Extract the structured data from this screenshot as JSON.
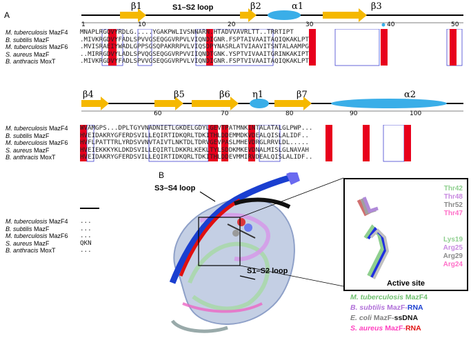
{
  "panel_a": {
    "label": "A",
    "block1": {
      "ss": [
        "β1",
        "S1–S2 loop",
        "β2",
        "α1",
        "β3"
      ],
      "ticks": [
        "1",
        "10",
        "20",
        "30",
        "40",
        "50"
      ],
      "rows": [
        {
          "org": "M. tuberculosis",
          "prot": "MazF4",
          "seq": "MNAPLRGQVYRDLG.....YGAKPWLIVSNNARN.HTADVVAVRLTT..TRRTIPT"
        },
        {
          "org": "B. subtilis",
          "prot": "MazF",
          "seq": ".MIVKRGDVYFADLSPVVGSEQGGVRPVLVIQNDIGNR.FSPTAIVAAITAQIQKAKLPT"
        },
        {
          "org": "M. tuberculosis",
          "prot": "MazF6",
          "seq": ".MVISRAEIYWADLGPPSGSQPAKRRPVLVIQSDPYNASRLATVIAAVITSNTALAAMPG"
        },
        {
          "org": "S. aureus",
          "prot": "MazF",
          "seq": "..MIRRGDVYLADLSPVQGSEQGGVRPVVIIQNDTGNK.YSPTVIVAAITGRINKAKIPT"
        },
        {
          "org": "B. anthracis",
          "prot": "MoxT",
          "seq": ".MIVKRGDVYFADLSPVVGSEQGGVRPVLVIQNDIGNR.FSPTVIVAAITAQIQKAKLPT"
        }
      ]
    },
    "block2": {
      "ss": [
        "β4",
        "β5",
        "β6",
        "η1",
        "β7",
        "α2"
      ],
      "ticks": [
        "60",
        "70",
        "80",
        "90",
        "100"
      ],
      "rows": [
        {
          "org": "M. tuberculosis",
          "prot": "MazF4",
          "seq": "WVAMGPS...DPLTGYVNADNIETLGKDELGDYLGEVTPATMNKINTALATALGLPWP..."
        },
        {
          "org": "B. subtilis",
          "prot": "MazF",
          "seq": "HVEIDAKRYGFERDSVILLEQIRTIDKQRLTDKITHLDDEMMDKVDEALQISLALIDF.."
        },
        {
          "org": "M. tuberculosis",
          "prot": "MazF6",
          "seq": "HVFLPATTTRLYRDSVVNVTAIVTLNKTDLTDRVGEVPASLMHEVDRGLRRVLDL....."
        },
        {
          "org": "S. aureus",
          "prot": "MazF",
          "seq": "HVEIEKKKYKLDKDSVILLEQIRTLDKKRLKEKLTYLSDDKMKEVDNALMISLGLNAVAH"
        },
        {
          "org": "B. anthracis",
          "prot": "MoxT",
          "seq": "HVEIDAKRYGFERDSVILLEQIRTIDKQRLTDKITHLDDEVMMIRVDEALQISLALIDF.."
        }
      ]
    },
    "block3": {
      "rows": [
        {
          "org": "M. tuberculosis",
          "prot": "MazF4",
          "seq": "..."
        },
        {
          "org": "B. subtilis",
          "prot": "MazF",
          "seq": "..."
        },
        {
          "org": "M. tuberculosis",
          "prot": "MazF6",
          "seq": "..."
        },
        {
          "org": "S. aureus",
          "prot": "MazF",
          "seq": "QKN"
        },
        {
          "org": "B. anthracis",
          "prot": "MoxT",
          "seq": "..."
        }
      ]
    }
  },
  "panel_b": {
    "label": "B",
    "loop_labels": [
      "S3–S4 loop",
      "S1–S2 loop"
    ],
    "inset": {
      "title": "Active site",
      "residues": [
        {
          "name": "Thr42",
          "color": "#8fcf8f"
        },
        {
          "name": "Thr48",
          "color": "#c88ae0"
        },
        {
          "name": "Thr52",
          "color": "#8a8a8a"
        },
        {
          "name": "Thr47",
          "color": "#ff6fc8"
        },
        {
          "name": "Lys19",
          "color": "#8fcf8f"
        },
        {
          "name": "Arg25",
          "color": "#c88ae0"
        },
        {
          "name": "Arg29",
          "color": "#8a8a8a"
        },
        {
          "name": "Arg24",
          "color": "#ff6fc8"
        }
      ]
    },
    "legend": [
      {
        "org": "M. tuberculosis",
        "prot": " MazF4",
        "suffix": "",
        "color": "#6fbf6f",
        "scolor": "#6fbf6f"
      },
      {
        "org": "B. subtilis",
        "prot": " MazF-",
        "suffix": "RNA",
        "color": "#b070d8",
        "scolor": "#1a3fd0"
      },
      {
        "org": "E. coli",
        "prot": " MazF-",
        "suffix": "ssDNA",
        "color": "#808080",
        "scolor": "#111111"
      },
      {
        "org": "S. aureus",
        "prot": " MazF-",
        "suffix": "RNA",
        "color": "#ff40c0",
        "scolor": "#e01010"
      }
    ]
  },
  "colors": {
    "helix": "#3aaee8",
    "strand": "#f5b800",
    "ident": "#e8001c",
    "box": "#4040d0"
  }
}
